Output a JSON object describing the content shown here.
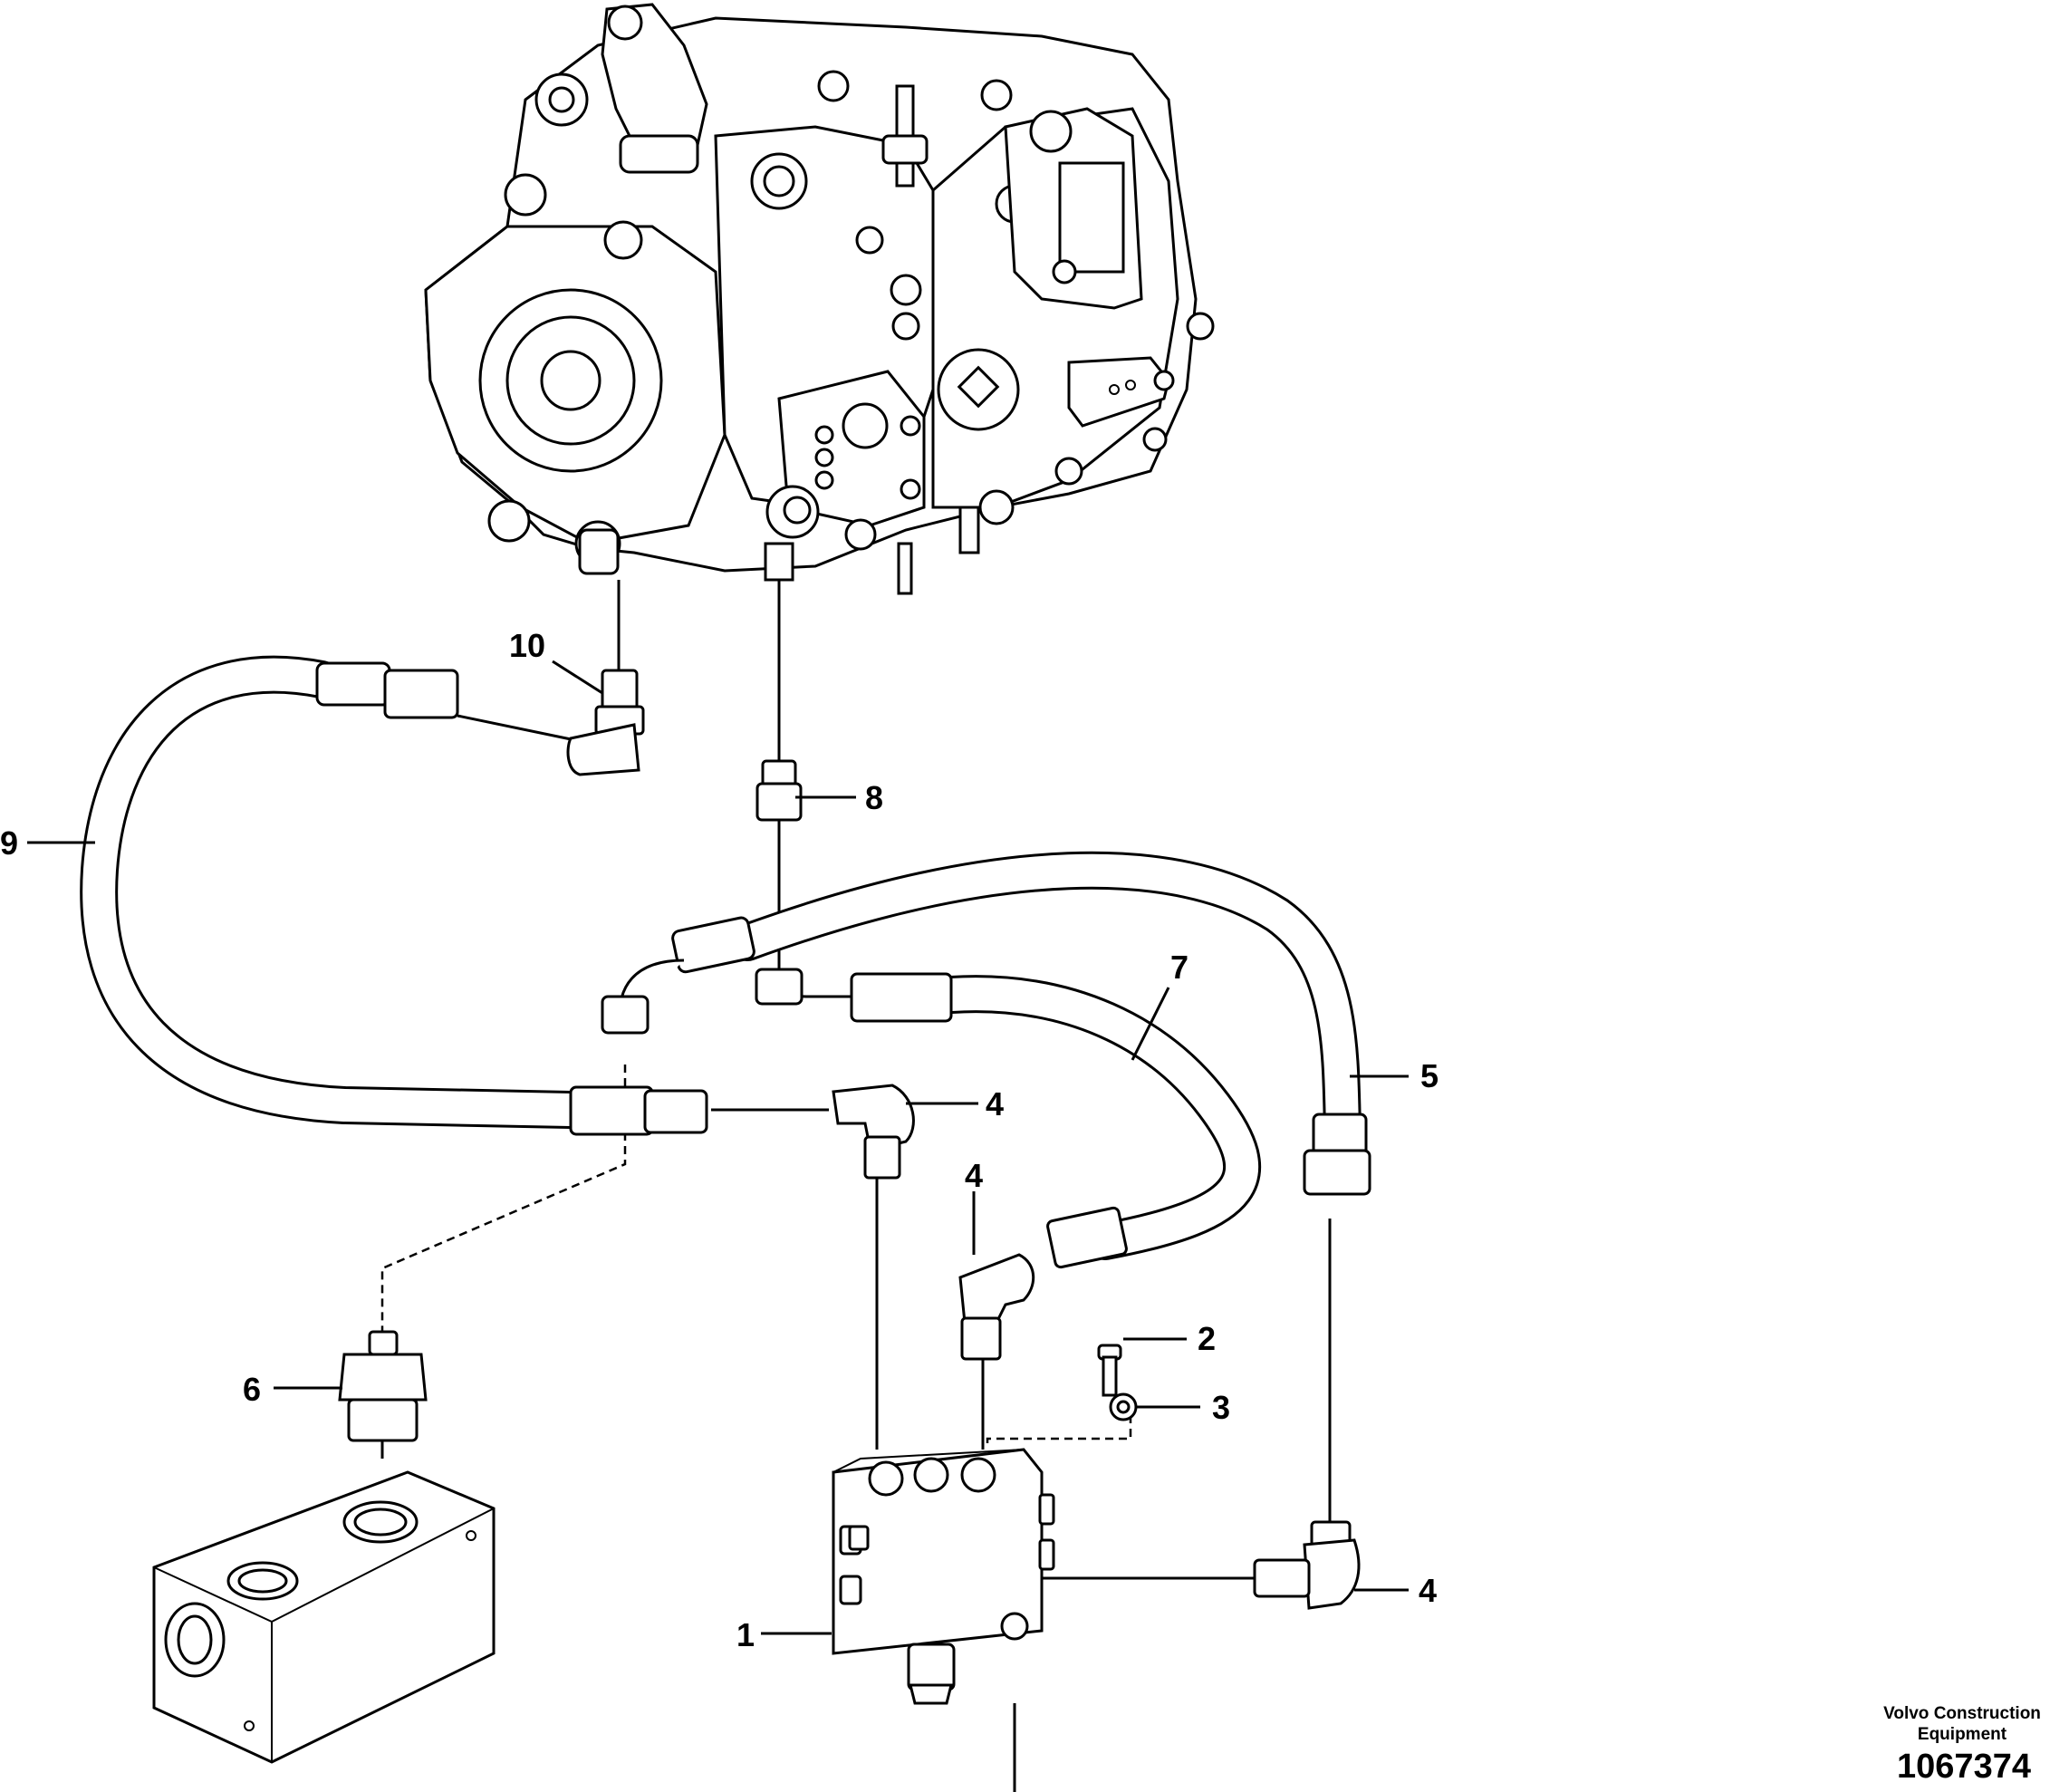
{
  "callouts": {
    "c1": "1",
    "c2": "2",
    "c3": "3",
    "c4a": "4",
    "c4b": "4",
    "c4c": "4",
    "c5": "5",
    "c6": "6",
    "c7": "7",
    "c8": "8",
    "c9": "9",
    "c10": "10"
  },
  "credit": {
    "line1": "Volvo Construction",
    "line2": "Equipment"
  },
  "doc_number": "1067374"
}
